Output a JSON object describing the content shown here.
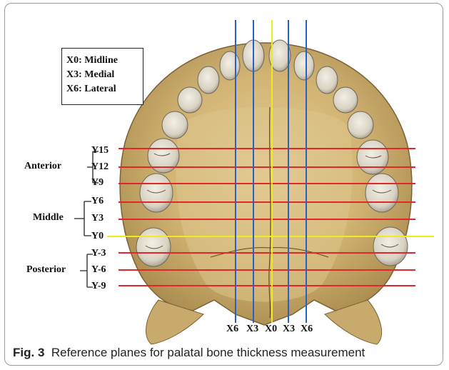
{
  "legend": [
    {
      "code": "X0:",
      "name": "Midline"
    },
    {
      "code": "X3:",
      "name": "Medial"
    },
    {
      "code": "X6:",
      "name": "Lateral"
    }
  ],
  "groups": {
    "anterior": "Anterior",
    "middle": "Middle",
    "posterior": "Posterior"
  },
  "rows": [
    "Y15",
    "Y12",
    "Y9",
    "Y6",
    "Y3",
    "Y0",
    "Y-3",
    "Y-6",
    "Y-9"
  ],
  "columns": [
    "X6",
    "X3",
    "X0",
    "X3",
    "X6"
  ],
  "colors": {
    "horizontal_planes": "#e3262a",
    "midline_planes": "#f2ea1f",
    "sagittal_planes": "#2d5ec8"
  },
  "caption": {
    "fig_num": "Fig. 3",
    "text": "Reference planes for palatal bone thickness measurement"
  }
}
